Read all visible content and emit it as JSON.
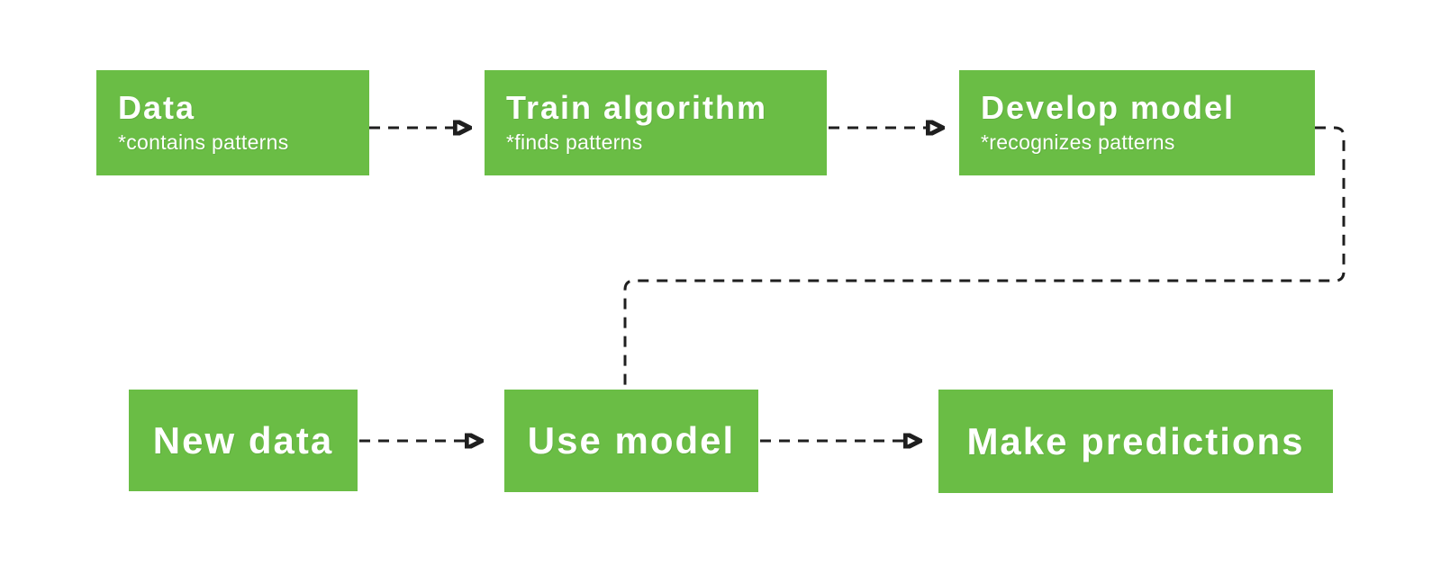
{
  "colors": {
    "background": "#ffffff",
    "box": "#6abd45",
    "text": "#ffffff",
    "line": "#1f1f1f"
  },
  "nodes": {
    "data": {
      "title": "Data",
      "subtitle": "*contains patterns"
    },
    "train_algorithm": {
      "title": "Train algorithm",
      "subtitle": "*finds patterns"
    },
    "develop_model": {
      "title": "Develop model",
      "subtitle": "*recognizes patterns"
    },
    "new_data": {
      "title": "New data"
    },
    "use_model": {
      "title": "Use model"
    },
    "make_predictions": {
      "title": "Make predictions"
    }
  },
  "edges": [
    {
      "from": "data",
      "to": "train_algorithm",
      "style": "dashed",
      "arrowhead": true
    },
    {
      "from": "train_algorithm",
      "to": "develop_model",
      "style": "dashed",
      "arrowhead": true
    },
    {
      "from": "develop_model",
      "to": "use_model",
      "style": "dashed-elbow",
      "arrowhead": false
    },
    {
      "from": "new_data",
      "to": "use_model",
      "style": "dashed",
      "arrowhead": true
    },
    {
      "from": "use_model",
      "to": "make_predictions",
      "style": "dashed",
      "arrowhead": true
    }
  ]
}
